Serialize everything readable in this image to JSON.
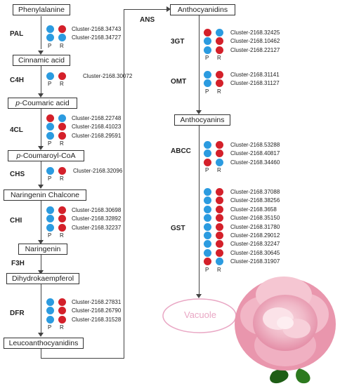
{
  "colors": {
    "P": "#2b9be0",
    "R": "#d4202a"
  },
  "compounds": {
    "phenylalanine": "Phenylalanine",
    "cinnamic": "Cinnamic acid",
    "coumaric_italic": "p",
    "coumaric_rest": "-Coumaric acid",
    "coumaroyl_italic": "p",
    "coumaroyl_rest": "-Coumaroyl-CoA",
    "chalcone": "Naringenin Chalcone",
    "naringenin": "Naringenin",
    "dihydro": "Dihydrokaempferol",
    "leuco": "Leucoanthocyanidins",
    "anthocyanidins": "Anthocyanidins",
    "anthocyanins": "Anthocyanins"
  },
  "labels": {
    "P": "P",
    "R": "R"
  },
  "vacuole": "Vacuole",
  "enzymes": [
    {
      "name": "PAL",
      "genes": [
        {
          "id": "Cluster-2168.34743",
          "P": "blue",
          "R": "red"
        },
        {
          "id": "Cluster-2168.34727",
          "P": "blue",
          "R": "blue"
        }
      ]
    },
    {
      "name": "C4H",
      "genes": [
        {
          "id": "Cluster-2168.30072",
          "P": "blue",
          "R": "red"
        }
      ]
    },
    {
      "name": "4CL",
      "genes": [
        {
          "id": "Cluster-2168.22748",
          "P": "red",
          "R": "blue"
        },
        {
          "id": "Cluster-2168.41023",
          "P": "blue",
          "R": "red"
        },
        {
          "id": "Cluster-2168.29591",
          "P": "blue",
          "R": "red"
        }
      ]
    },
    {
      "name": "CHS",
      "genes": [
        {
          "id": "Cluster-2168.32096",
          "P": "blue",
          "R": "red"
        }
      ]
    },
    {
      "name": "CHI",
      "genes": [
        {
          "id": "Cluster-2168.30698",
          "P": "blue",
          "R": "red"
        },
        {
          "id": "Cluster-2168.32892",
          "P": "blue",
          "R": "red"
        },
        {
          "id": "Cluster-2168.32237",
          "P": "blue",
          "R": "red"
        }
      ]
    },
    {
      "name": "F3H",
      "genes": []
    },
    {
      "name": "DFR",
      "genes": [
        {
          "id": "Cluster-2168.27831",
          "P": "blue",
          "R": "red"
        },
        {
          "id": "Cluster-2168.26790",
          "P": "blue",
          "R": "red"
        },
        {
          "id": "Cluster-2168.31528",
          "P": "blue",
          "R": "red"
        }
      ]
    },
    {
      "name": "ANS",
      "genes": []
    },
    {
      "name": "3GT",
      "genes": [
        {
          "id": "Cluster-2168.32425",
          "P": "red",
          "R": "blue"
        },
        {
          "id": "Cluster-2168.10462",
          "P": "blue",
          "R": "red"
        },
        {
          "id": "Cluster-2168.22127",
          "P": "blue",
          "R": "red"
        }
      ]
    },
    {
      "name": "OMT",
      "genes": [
        {
          "id": "Cluster-2168.31141",
          "P": "blue",
          "R": "red"
        },
        {
          "id": "Cluster-2168.31127",
          "P": "blue",
          "R": "red"
        }
      ]
    },
    {
      "name": "ABCC",
      "genes": [
        {
          "id": "Cluster-2168.53288",
          "P": "blue",
          "R": "red"
        },
        {
          "id": "Cluster-2168.40817",
          "P": "blue",
          "R": "red"
        },
        {
          "id": "Cluster-2168.34460",
          "P": "red",
          "R": "blue"
        }
      ]
    },
    {
      "name": "GST",
      "genes": [
        {
          "id": "Cluster-2168.37088",
          "P": "blue",
          "R": "red"
        },
        {
          "id": "Cluster-2168.38256",
          "P": "blue",
          "R": "red"
        },
        {
          "id": "Cluster-2168.3658",
          "P": "blue",
          "R": "red"
        },
        {
          "id": "Cluster-2168.35150",
          "P": "blue",
          "R": "red"
        },
        {
          "id": "Cluster-2168.31780",
          "P": "blue",
          "R": "red"
        },
        {
          "id": "Cluster-2168.29012",
          "P": "blue",
          "R": "red"
        },
        {
          "id": "Cluster-2168.32247",
          "P": "blue",
          "R": "red"
        },
        {
          "id": "Cluster-2168.30645",
          "P": "blue",
          "R": "red"
        },
        {
          "id": "Cluster-2168.31907",
          "P": "red",
          "R": "blue"
        }
      ]
    }
  ]
}
